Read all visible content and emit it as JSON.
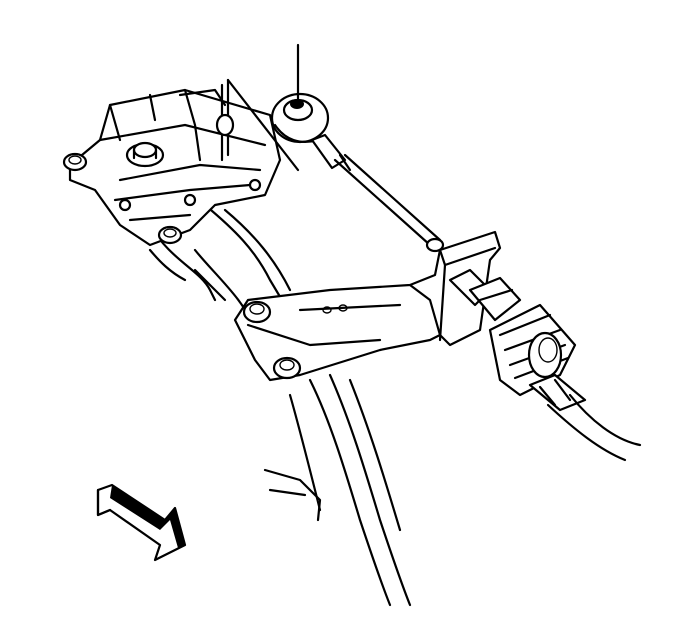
{
  "figure": {
    "kind": "line-art service illustration",
    "callout_count": 1,
    "direction_arrow": "front-of-vehicle-arrow"
  },
  "colors": {
    "ink": "#000000",
    "paper": "#ffffff"
  }
}
